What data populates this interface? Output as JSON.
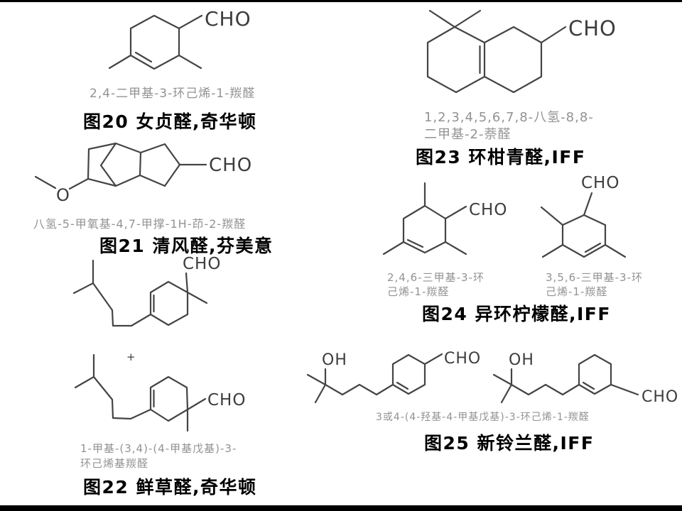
{
  "page": {
    "background": "#ffffff",
    "bar_color": "#000000"
  },
  "colors": {
    "structure": "#444444",
    "name_text": "#929292",
    "title_text": "#000000"
  },
  "labels": {
    "cho": "CHO",
    "oh": "OH",
    "o": "O",
    "plus": "+"
  },
  "figures": {
    "fig20": {
      "name": "2,4-二甲基-3-环己烯-1-羰醛",
      "title": "图20 女贞醛,奇华顿"
    },
    "fig21": {
      "name": "八氢-5-甲氧基-4,7-甲撑-1H-茚-2-羰醛",
      "title": "图21 清风醛,芬美意"
    },
    "fig22": {
      "name_line1": "1-甲基-(3,4)-(4-甲基戊基)-3-",
      "name_line2": "环己烯基羰醛",
      "title": "图22 鲜草醛,奇华顿"
    },
    "fig23": {
      "name_line1": "1,2,3,4,5,6,7,8-八氢-8,8-",
      "name_line2": "二甲基-2-萘醛",
      "title": "图23 环柑青醛,IFF"
    },
    "fig24": {
      "left_name_line1": "2,4,6-三甲基-3-环",
      "left_name_line2": "己烯-1-羰醛",
      "right_name_line1": "3,5,6-三甲基-3-环",
      "right_name_line2": "己烯-1-羰醛",
      "title": "图24 异环柠檬醛,IFF"
    },
    "fig25": {
      "name": "3或4-(4-羟基-4-甲基戊基)-3-环己烯-1-羰醛",
      "title": "图25 新铃兰醛,IFF"
    }
  }
}
